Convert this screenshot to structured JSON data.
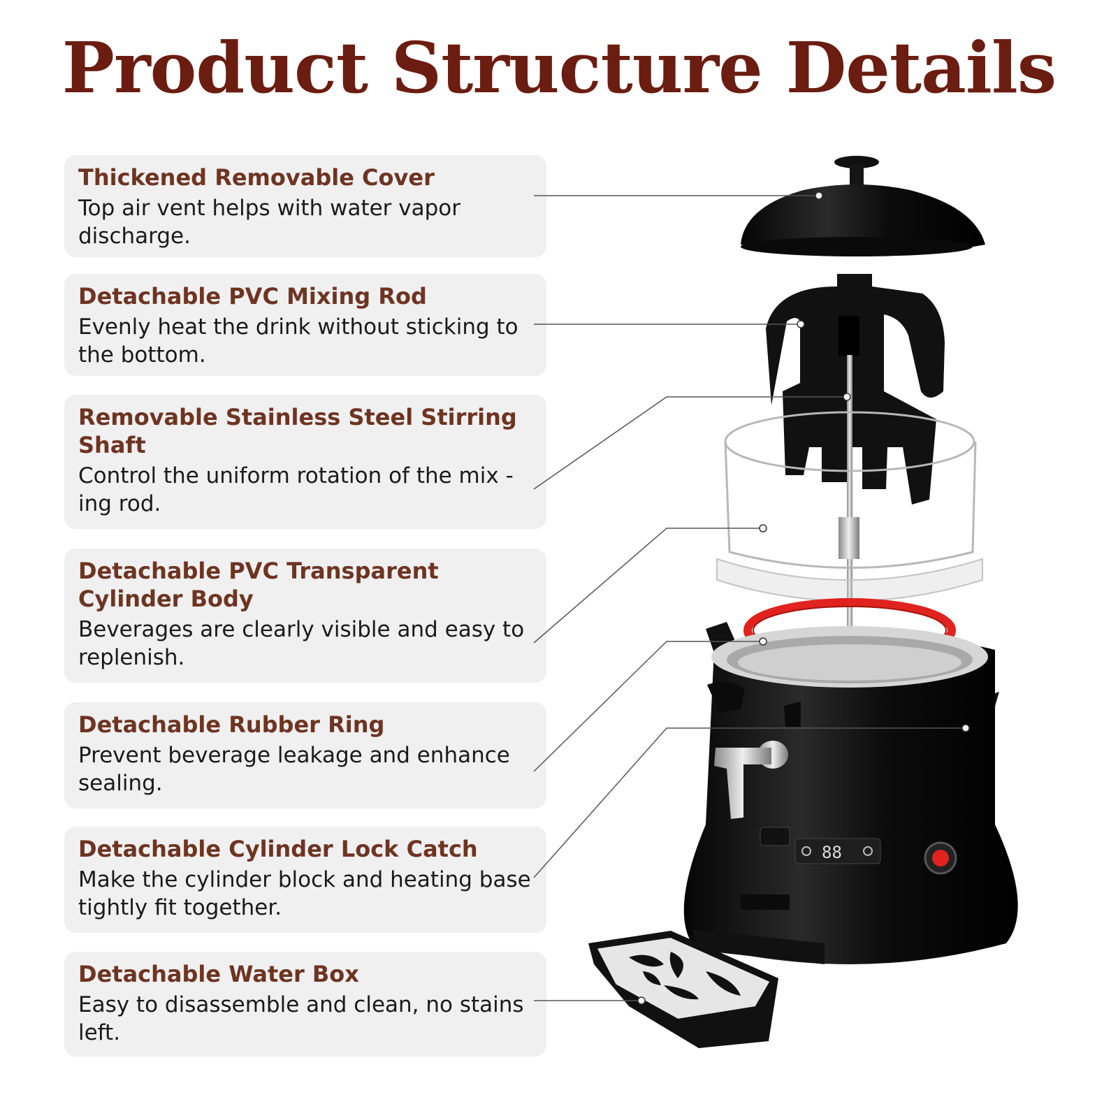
{
  "page_title": "Product Structure Details",
  "features": [
    {
      "title": "Thickened Removable Cover",
      "description": "Top air vent helps with water vapor discharge."
    },
    {
      "title": "Detachable PVC Mixing Rod",
      "description": "Evenly heat the drink without sticking to the bottom."
    },
    {
      "title": "Removable Stainless Steel Stirring Shaft",
      "description": "Control the uniform rotation of the mix -ing rod."
    },
    {
      "title": "Detachable PVC Transparent Cylinder Body",
      "description": "Beverages are clearly visible and easy to replenish."
    },
    {
      "title": "Detachable Rubber Ring",
      "description": "Prevent beverage leakage and enhance sealing."
    },
    {
      "title": "Detachable Cylinder Lock Catch",
      "description": "Make the cylinder block and heating base tightly fit together."
    },
    {
      "title": "Detachable Water Box",
      "description": "Easy to disassemble and clean, no stains left."
    }
  ],
  "display_readout": "88",
  "colors": {
    "title": "#6a1d10",
    "feature_title": "#6e3422",
    "card_bg": "#f0f0f0",
    "rubber_ring": "#e0231e",
    "machine": "#111111"
  }
}
